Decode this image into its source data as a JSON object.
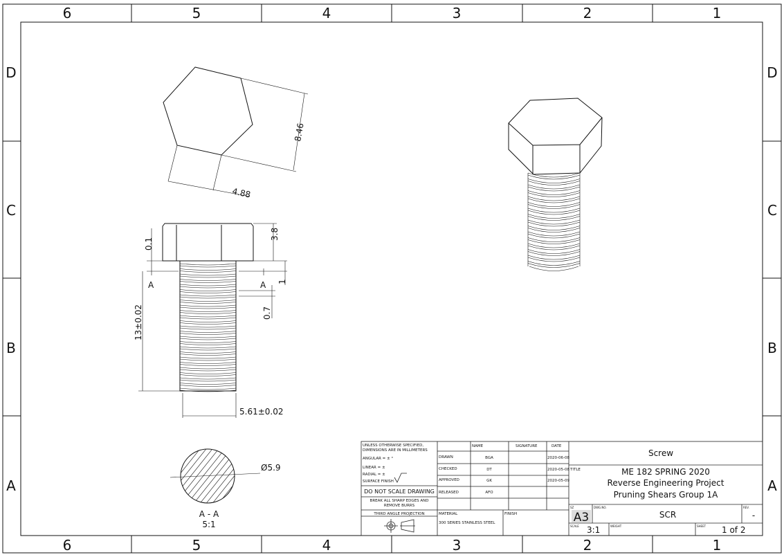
{
  "zones": {
    "columns": [
      "6",
      "5",
      "4",
      "3",
      "2",
      "1"
    ],
    "rows": [
      "D",
      "C",
      "B",
      "A"
    ]
  },
  "dimensions": {
    "hex_across_corners": "8.46",
    "hex_across_flats": "4.88",
    "head_chamfer": "0.1",
    "head_height": "3.8",
    "thread_offset": "1",
    "thread_pitch": "0.7",
    "thread_length": "13±0.02",
    "thread_diameter": "5.61±0.02",
    "section_diameter": "Ø5.9",
    "section_mark_left": "A",
    "section_mark_right": "A"
  },
  "section": {
    "label": "A - A",
    "scale": "5:1"
  },
  "title_block": {
    "notes": {
      "line1": "UNLESS OTHERWISE SPECIFIED,",
      "line2": "DIMENSIONS ARE IN MILLIMETERS",
      "angular": "ANGULAR = ± °",
      "linear": "LINEAR = ±",
      "radial": "RADIAL = ±",
      "surface": "SURFACE FINISH",
      "no_scale": "DO NOT SCALE DRAWING",
      "break1": "BREAK ALL SHARP EDGES AND",
      "break2": "REMOVE BURRS",
      "projection": "THIRD ANGLE PROJECTION"
    },
    "headers": {
      "name": "NAME",
      "signature": "SIGNATURE",
      "date": "DATE"
    },
    "rows": [
      {
        "role": "DRAWN",
        "name": "BGA",
        "date": "2020-06-08"
      },
      {
        "role": "CHECKED",
        "name": "DT",
        "date": "2020-05-08"
      },
      {
        "role": "APPROVED",
        "name": "GK",
        "date": "2020-05-09"
      },
      {
        "role": "RELEASED",
        "name": "AFO",
        "date": ""
      }
    ],
    "material_label": "MATERIAL",
    "material": "300 SERIES STAINLESS STEEL",
    "finish_label": "FINISH",
    "part_name": "Screw",
    "title_label": "TITLE",
    "title1": "ME 182 SPRING 2020",
    "title2": "Reverse Engineering Project",
    "title3": "Pruning Shears Group 1A",
    "size_label": "SZ",
    "size": "A3",
    "dwg_label": "DWG.NO.",
    "dwg_no": "SCR",
    "rev_label": "REV.",
    "rev": "-",
    "scale_label": "SCALE",
    "scale": "3:1",
    "weight_label": "WEIGHT",
    "sheet_label": "SHEET",
    "sheet": "1 of 2"
  }
}
